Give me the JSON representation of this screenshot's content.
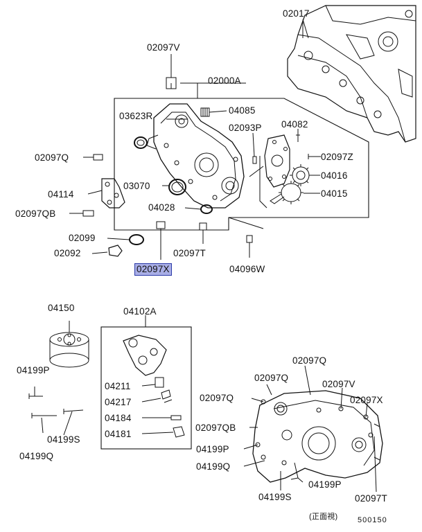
{
  "parts": {
    "p02017": "02017",
    "p02097V_top": "02097V",
    "p02000A": "02000A",
    "p03623R": "03623R",
    "p04085": "04085",
    "p02093P": "02093P",
    "p04082": "04082",
    "p02097Q_left": "02097Q",
    "p02097Z": "02097Z",
    "p04016": "04016",
    "p04114": "04114",
    "p03070": "03070",
    "p04015": "04015",
    "p02097QB_left": "02097QB",
    "p04028": "04028",
    "p02099": "02099",
    "p02092": "02092",
    "p02097T_mid": "02097T",
    "p02097X_sel": "02097X",
    "p04096W": "04096W",
    "p04150": "04150",
    "p04102A": "04102A",
    "p04199P_left": "04199P",
    "p04211": "04211",
    "p04217": "04217",
    "p04184": "04184",
    "p04181": "04181",
    "p04199S_left": "04199S",
    "p04199Q_left": "04199Q",
    "p02097Q_r1": "02097Q",
    "p02097Q_r2": "02097Q",
    "p02097V_r": "02097V",
    "p02097Q_r3": "02097Q",
    "p02097X_r": "02097X",
    "p02097QB_r": "02097QB",
    "p04199P_r": "04199P",
    "p04199Q_r": "04199Q",
    "p04199P_r2": "04199P",
    "p04199S_r": "04199S",
    "p02097T_r": "02097T"
  },
  "footer": {
    "view_note": "(正面視)",
    "diagram_code": "500150"
  },
  "highlight": {
    "selected_part": "02097X",
    "fill": "#a9aee6",
    "border": "#2b3aa8"
  }
}
